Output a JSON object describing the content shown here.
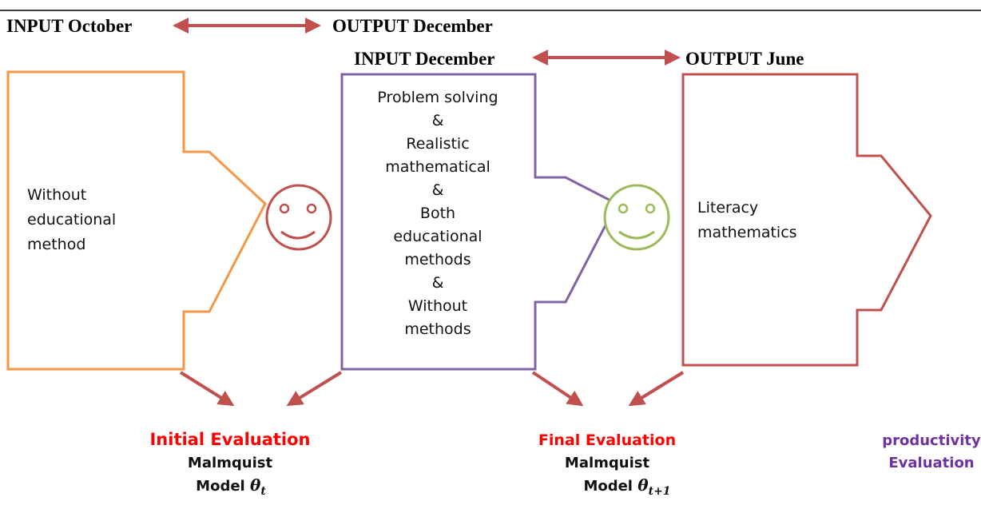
{
  "colors": {
    "orange": "#f79646",
    "purple": "#8064a2",
    "red": "#c0504d",
    "green": "#9bbb59",
    "arrow_dark_red": "#c0504d",
    "label_red": "#ff0000",
    "label_purple": "#7030a0"
  },
  "top_flow": {
    "input_october": "INPUT October",
    "output_december": "OUTPUT December",
    "input_december": "INPUT December",
    "output_june": "OUTPUT June"
  },
  "boxes": {
    "without_method": [
      "Without",
      "educational",
      "method"
    ],
    "methods": [
      "Problem solving",
      "&",
      "Realistic",
      "mathematical",
      "&",
      "Both",
      "educational",
      "methods",
      "&",
      "Without",
      "methods"
    ],
    "literacy": [
      "Literacy",
      "mathematics"
    ]
  },
  "icons": {
    "smiley_red": "smiley-face",
    "smiley_green": "smiley-face"
  },
  "evaluations": {
    "initial": {
      "title": "Initial Evaluation",
      "line1": "Malmquist",
      "model_word": "Model",
      "theta": "θ",
      "subscript": "t"
    },
    "final": {
      "title": "Final Evaluation",
      "line1": "Malmquist",
      "model_word": "Model",
      "theta": "θ",
      "subscript": "t+1"
    },
    "productivity": {
      "line1": "productivity",
      "line2": "Evaluation"
    }
  }
}
